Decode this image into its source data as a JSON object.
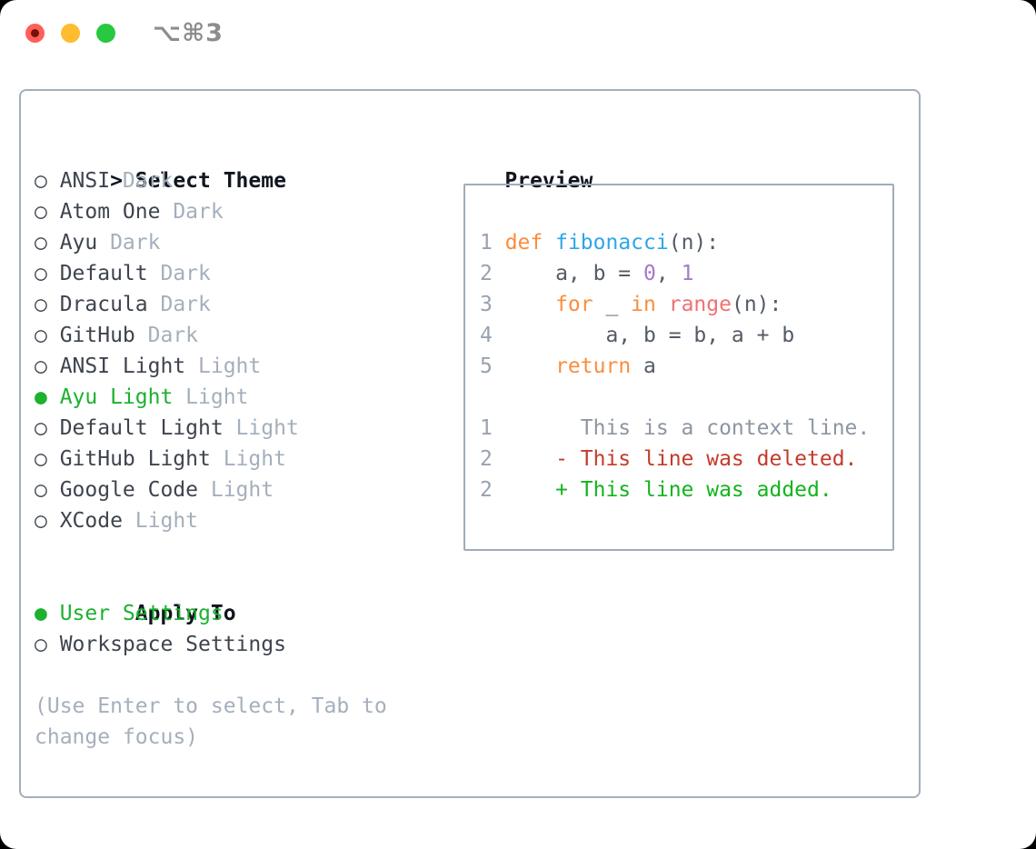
{
  "titlebar": {
    "shortcut": "⌥⌘3",
    "traffic_lights": [
      {
        "name": "close",
        "color": "#ff5f57"
      },
      {
        "name": "minimize",
        "color": "#febc2e"
      },
      {
        "name": "zoom",
        "color": "#28c840"
      }
    ]
  },
  "theme_list": {
    "prompt": ">",
    "title": "Select Theme",
    "items": [
      {
        "marker": "○",
        "name": "ANSI",
        "variant": "Dark",
        "selected": false
      },
      {
        "marker": "○",
        "name": "Atom One",
        "variant": "Dark",
        "selected": false
      },
      {
        "marker": "○",
        "name": "Ayu",
        "variant": "Dark",
        "selected": false
      },
      {
        "marker": "○",
        "name": "Default",
        "variant": "Dark",
        "selected": false
      },
      {
        "marker": "○",
        "name": "Dracula",
        "variant": "Dark",
        "selected": false
      },
      {
        "marker": "○",
        "name": "GitHub",
        "variant": "Dark",
        "selected": false
      },
      {
        "marker": "○",
        "name": "ANSI Light",
        "variant": "Light",
        "selected": false
      },
      {
        "marker": "●",
        "name": "Ayu Light",
        "variant": "Light",
        "selected": true
      },
      {
        "marker": "○",
        "name": "Default Light",
        "variant": "Light",
        "selected": false
      },
      {
        "marker": "○",
        "name": "GitHub Light",
        "variant": "Light",
        "selected": false
      },
      {
        "marker": "○",
        "name": "Google Code",
        "variant": "Light",
        "selected": false
      },
      {
        "marker": "○",
        "name": "XCode",
        "variant": "Light",
        "selected": false
      }
    ]
  },
  "apply_to": {
    "title": "Apply To",
    "options": [
      {
        "marker": "●",
        "label": "User Settings",
        "selected": true
      },
      {
        "marker": "○",
        "label": "Workspace Settings",
        "selected": false
      }
    ]
  },
  "help": {
    "line1": "(Use Enter to select, Tab to",
    "line2": "change focus)"
  },
  "preview": {
    "title": "Preview",
    "code_lines": [
      {
        "num": "1",
        "tokens": [
          [
            "def",
            "kw"
          ],
          [
            " ",
            "fg"
          ],
          [
            "fibonacci",
            "fn"
          ],
          [
            "(n):",
            "fg"
          ]
        ]
      },
      {
        "num": "2",
        "tokens": [
          [
            "    a, b = ",
            "fg"
          ],
          [
            "0",
            "num"
          ],
          [
            ", ",
            "fg"
          ],
          [
            "1",
            "num"
          ]
        ]
      },
      {
        "num": "3",
        "tokens": [
          [
            "    ",
            "fg"
          ],
          [
            "for",
            "kw"
          ],
          [
            " _ ",
            "fg"
          ],
          [
            "in",
            "kw"
          ],
          [
            " ",
            "fg"
          ],
          [
            "range",
            "bi"
          ],
          [
            "(n):",
            "fg"
          ]
        ]
      },
      {
        "num": "4",
        "tokens": [
          [
            "        a, b = b, a + b",
            "fg"
          ]
        ]
      },
      {
        "num": "5",
        "tokens": [
          [
            "    ",
            "fg"
          ],
          [
            "return",
            "kw"
          ],
          [
            " a",
            "fg"
          ]
        ]
      }
    ],
    "diff_lines": [
      {
        "num": "1",
        "marker": " ",
        "text": "This is a context line.",
        "kind": "context"
      },
      {
        "num": "2",
        "marker": "-",
        "text": "This line was deleted.",
        "kind": "deleted"
      },
      {
        "num": "2",
        "marker": "+",
        "text": "This line was added.",
        "kind": "added"
      }
    ]
  },
  "colors": {
    "accent_green": "#1cb12e",
    "keyword_orange": "#fa8d3e",
    "function_blue": "#2ea6e6",
    "number_purple": "#a37acc",
    "builtin_coral": "#f07171",
    "deleted_red": "#c43a2a",
    "added_green": "#12b41e",
    "border_gray": "#a3aebc",
    "muted_gray": "#a5afbc"
  }
}
